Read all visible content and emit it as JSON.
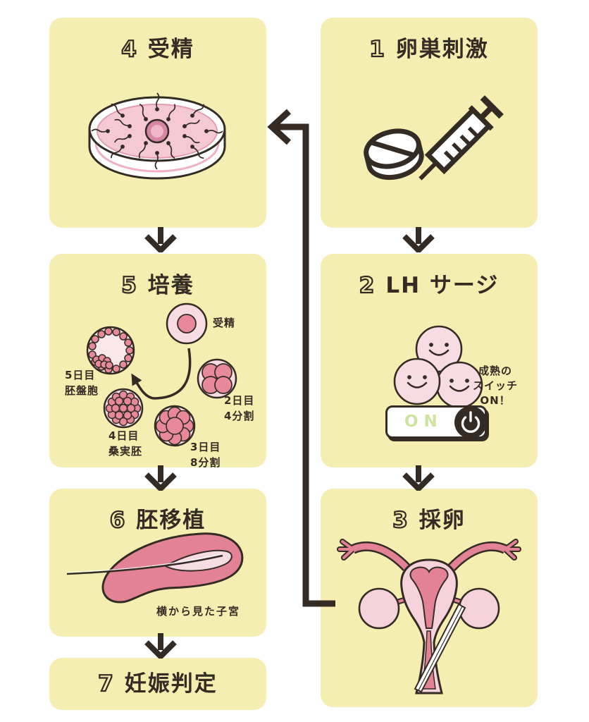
{
  "colors": {
    "background": "#ffffff",
    "card_yellow": "#f4efb0",
    "ink": "#332b24",
    "pink_pale": "#f8dce3",
    "pink_medium": "#f5c9d4",
    "pink_deep": "#e28294",
    "switch_green": "#cfe3a0"
  },
  "icons": {
    "stimulation": [
      "pill-icon",
      "syringe-icon"
    ],
    "lh_surge": [
      "egg-smiley-icon",
      "on-switch",
      "power-icon"
    ],
    "retrieval": [
      "uterus-front-icon",
      "retrieval-needle-icon"
    ],
    "fertilization": [
      "petri-dish-icon",
      "egg-cell-icon",
      "sperm-icon"
    ],
    "culture": [
      "embryo-stages-icon",
      "curved-arrow-icon"
    ],
    "transfer": [
      "uterus-side-icon",
      "catheter-icon"
    ],
    "flow": [
      "down-arrow-icon",
      "cycle-return-arrow-icon"
    ]
  },
  "steps": {
    "stimulation": {
      "number": "1",
      "title": "卵巣刺激"
    },
    "lh_surge": {
      "number": "2",
      "title": "LH サージ",
      "switch_label": "ON",
      "note_line1": "成熟の",
      "note_line2": "スイッチ",
      "note_line3": "ON！"
    },
    "retrieval": {
      "number": "3",
      "title": "採卵"
    },
    "fertilization": {
      "number": "4",
      "title": "受精"
    },
    "culture": {
      "number": "5",
      "title": "培養",
      "stage_fertilized_label": "受精",
      "stage_day2_line1": "2日目",
      "stage_day2_line2": "4分割",
      "stage_day3_line1": "3日目",
      "stage_day3_line2": "8分割",
      "stage_day4_line1": "4日目",
      "stage_day4_line2": "桑実胚",
      "stage_day5_line1": "5日目",
      "stage_day5_line2": "胚盤胞"
    },
    "transfer": {
      "number": "6",
      "title": "胚移植",
      "caption": "横から見た子宮"
    },
    "pregnancy_test": {
      "number": "7",
      "title": "妊娠判定"
    }
  }
}
